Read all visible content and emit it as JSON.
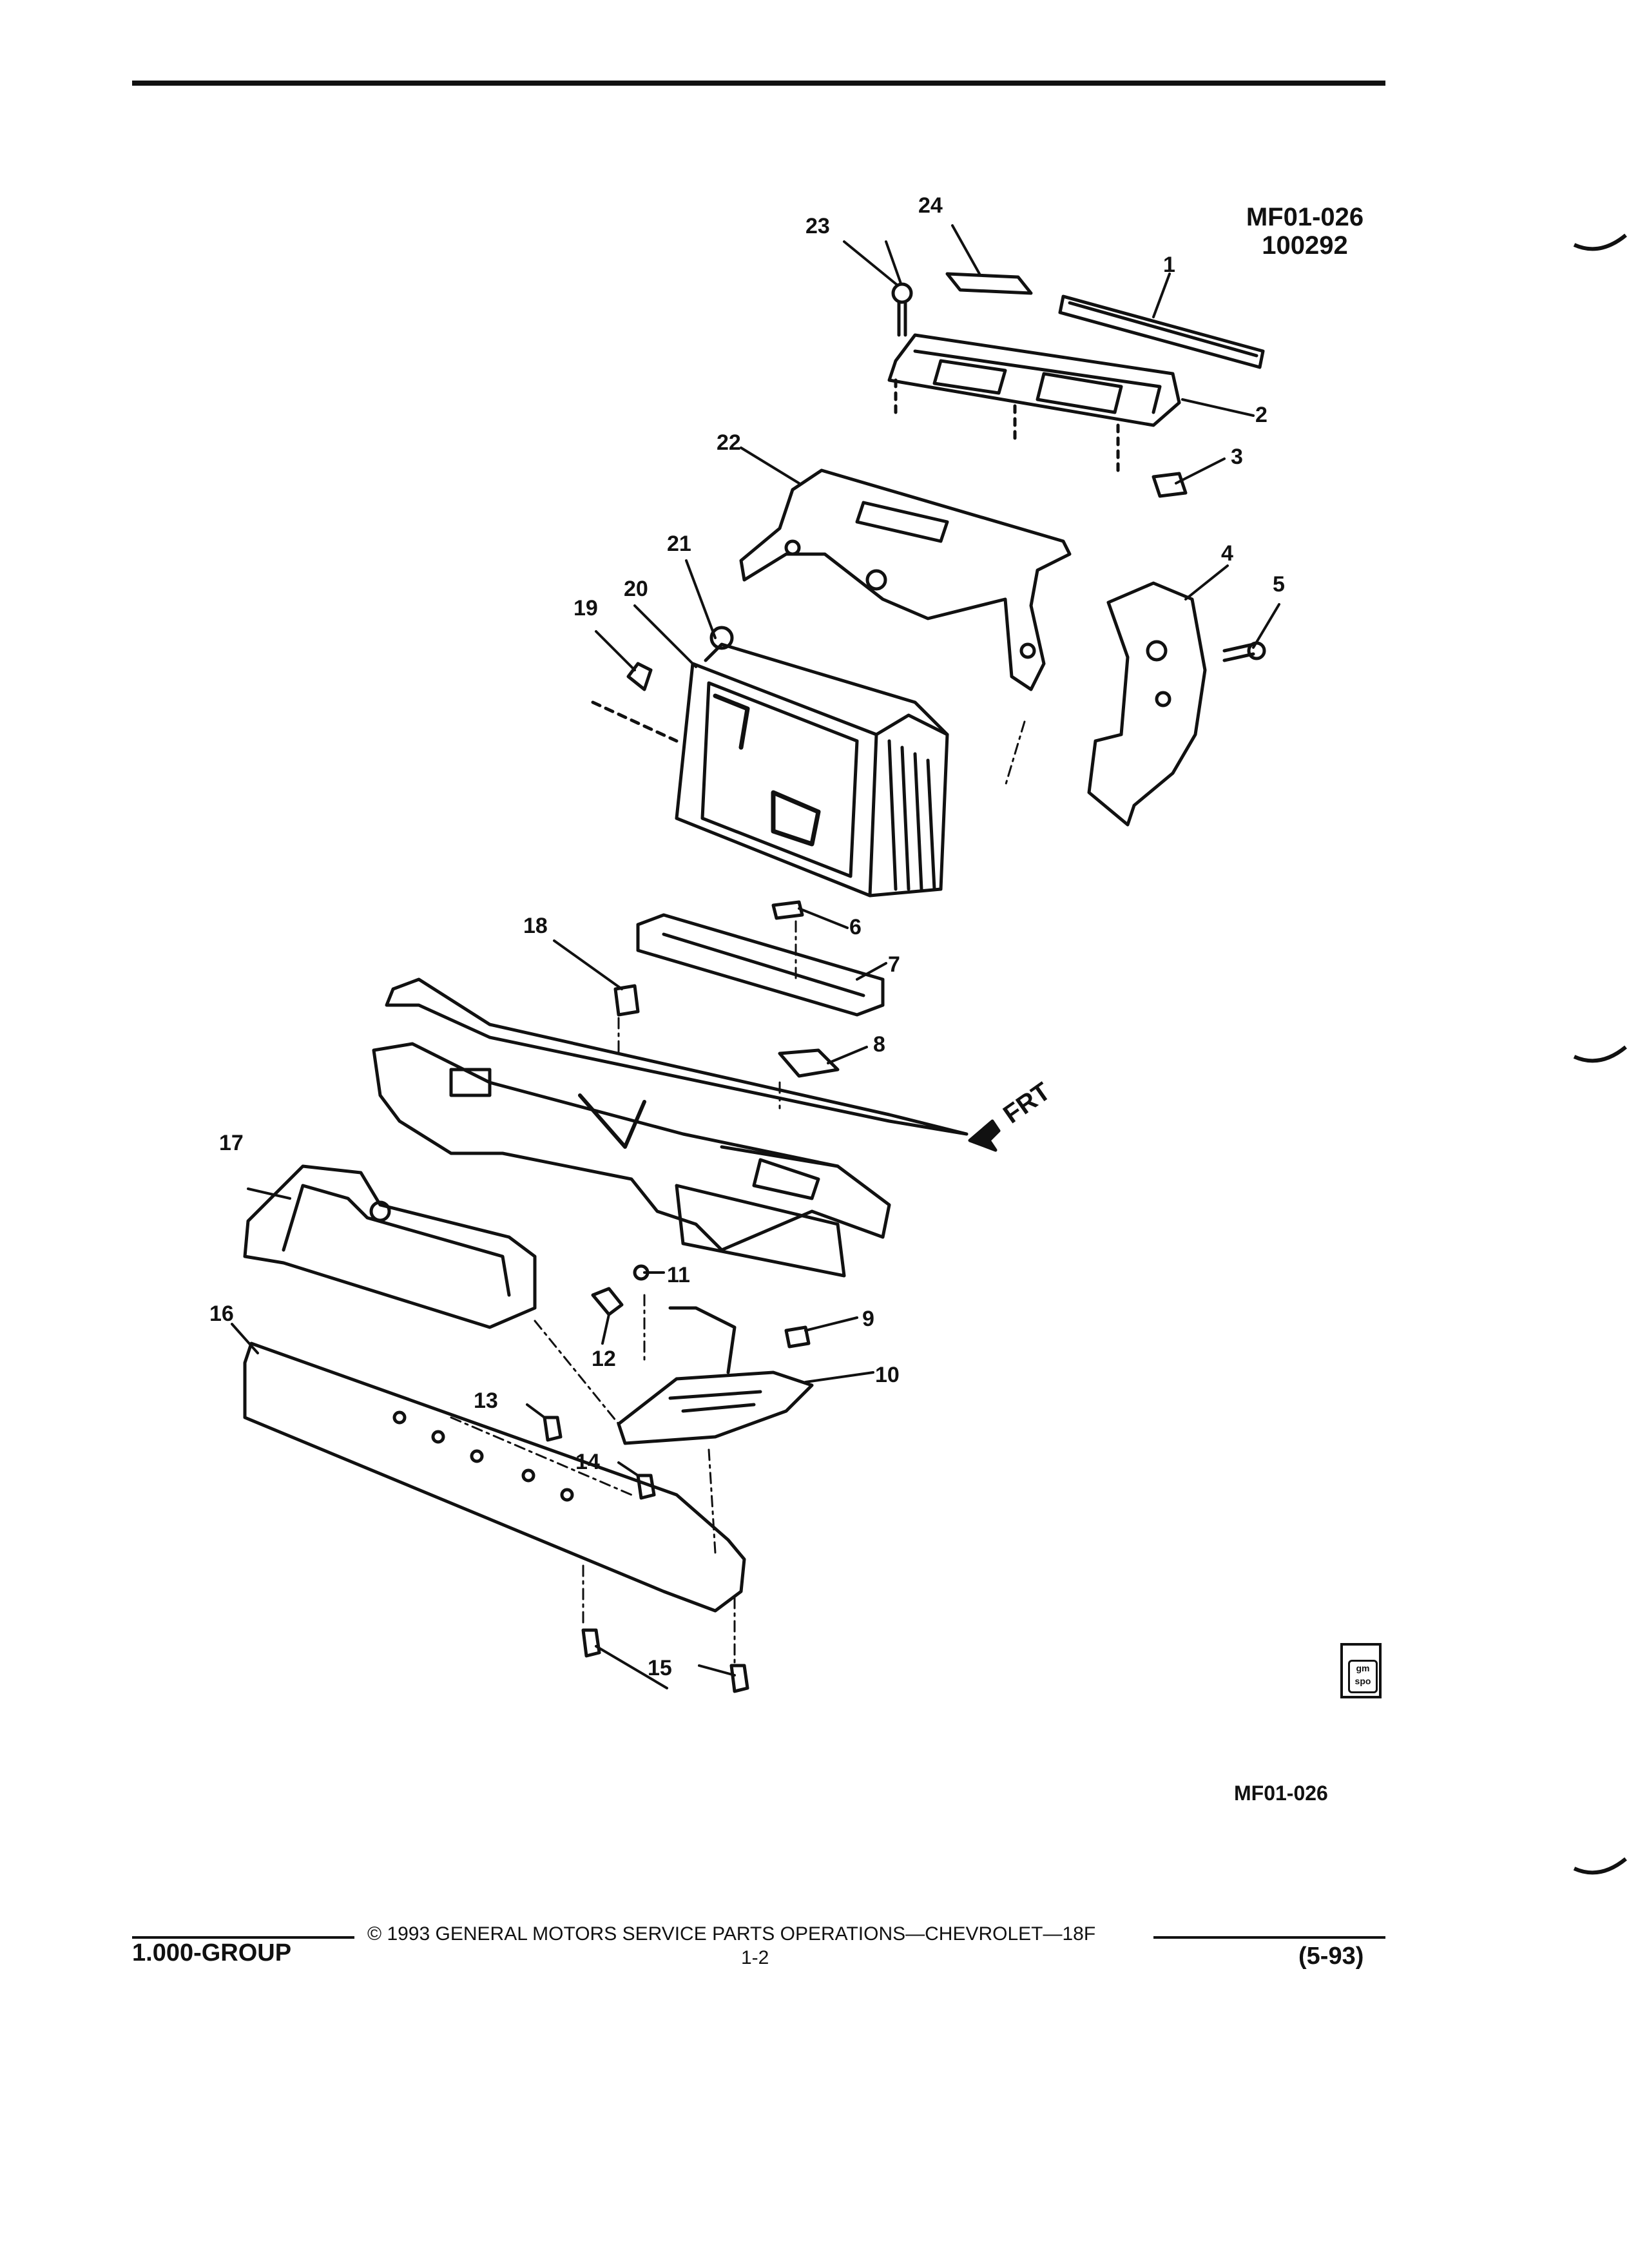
{
  "header": {
    "diagram_code": "MF01-026",
    "diagram_date": "100292"
  },
  "callouts": [
    "1",
    "2",
    "3",
    "4",
    "5",
    "6",
    "7",
    "8",
    "9",
    "10",
    "11",
    "12",
    "13",
    "14",
    "15",
    "16",
    "17",
    "18",
    "19",
    "20",
    "21",
    "22",
    "23",
    "24"
  ],
  "frt_label": "FRT",
  "footer_code": "MF01-026",
  "gm_logo_text": "gm spo",
  "footer": {
    "group": "1.000-GROUP",
    "copyright": "© 1993  GENERAL MOTORS SERVICE PARTS OPERATIONS—CHEVROLET—18F",
    "page": "1-2",
    "date": "(5-93)"
  }
}
